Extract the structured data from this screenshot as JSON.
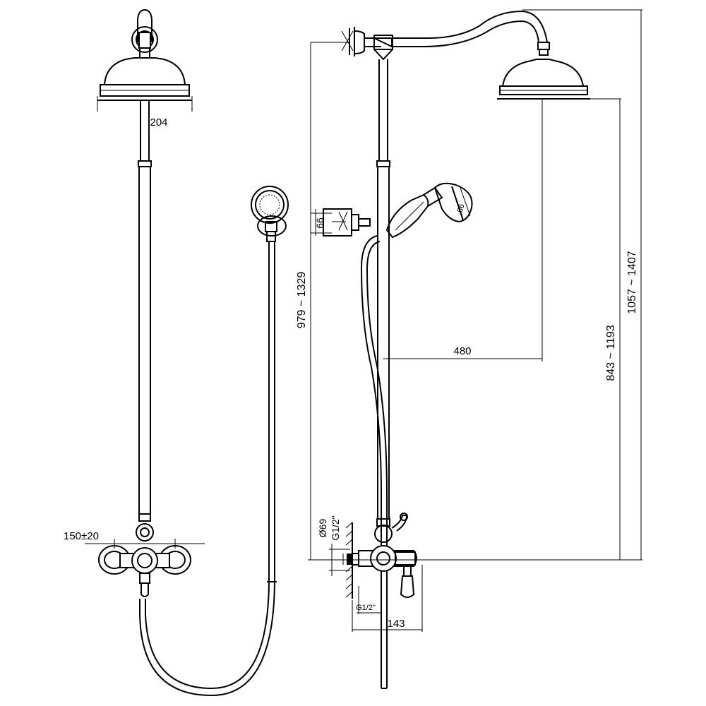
{
  "colors": {
    "line": "#000000",
    "background": "#ffffff"
  },
  "dimensions": {
    "head_diameter": "204",
    "inlet_spacing": "150±20",
    "hand_shower_diameter": "66",
    "holder_size": "66",
    "total_height": "979 ~ 1329",
    "arm_reach": "480",
    "head_height": "843 ~ 1193",
    "overall_height": "1057 ~ 1407",
    "inlet_diameter": "Ø69",
    "inlet_thread_upper": "G1/2\"",
    "inlet_thread_lower": "G1/2\"",
    "depth": "143"
  }
}
